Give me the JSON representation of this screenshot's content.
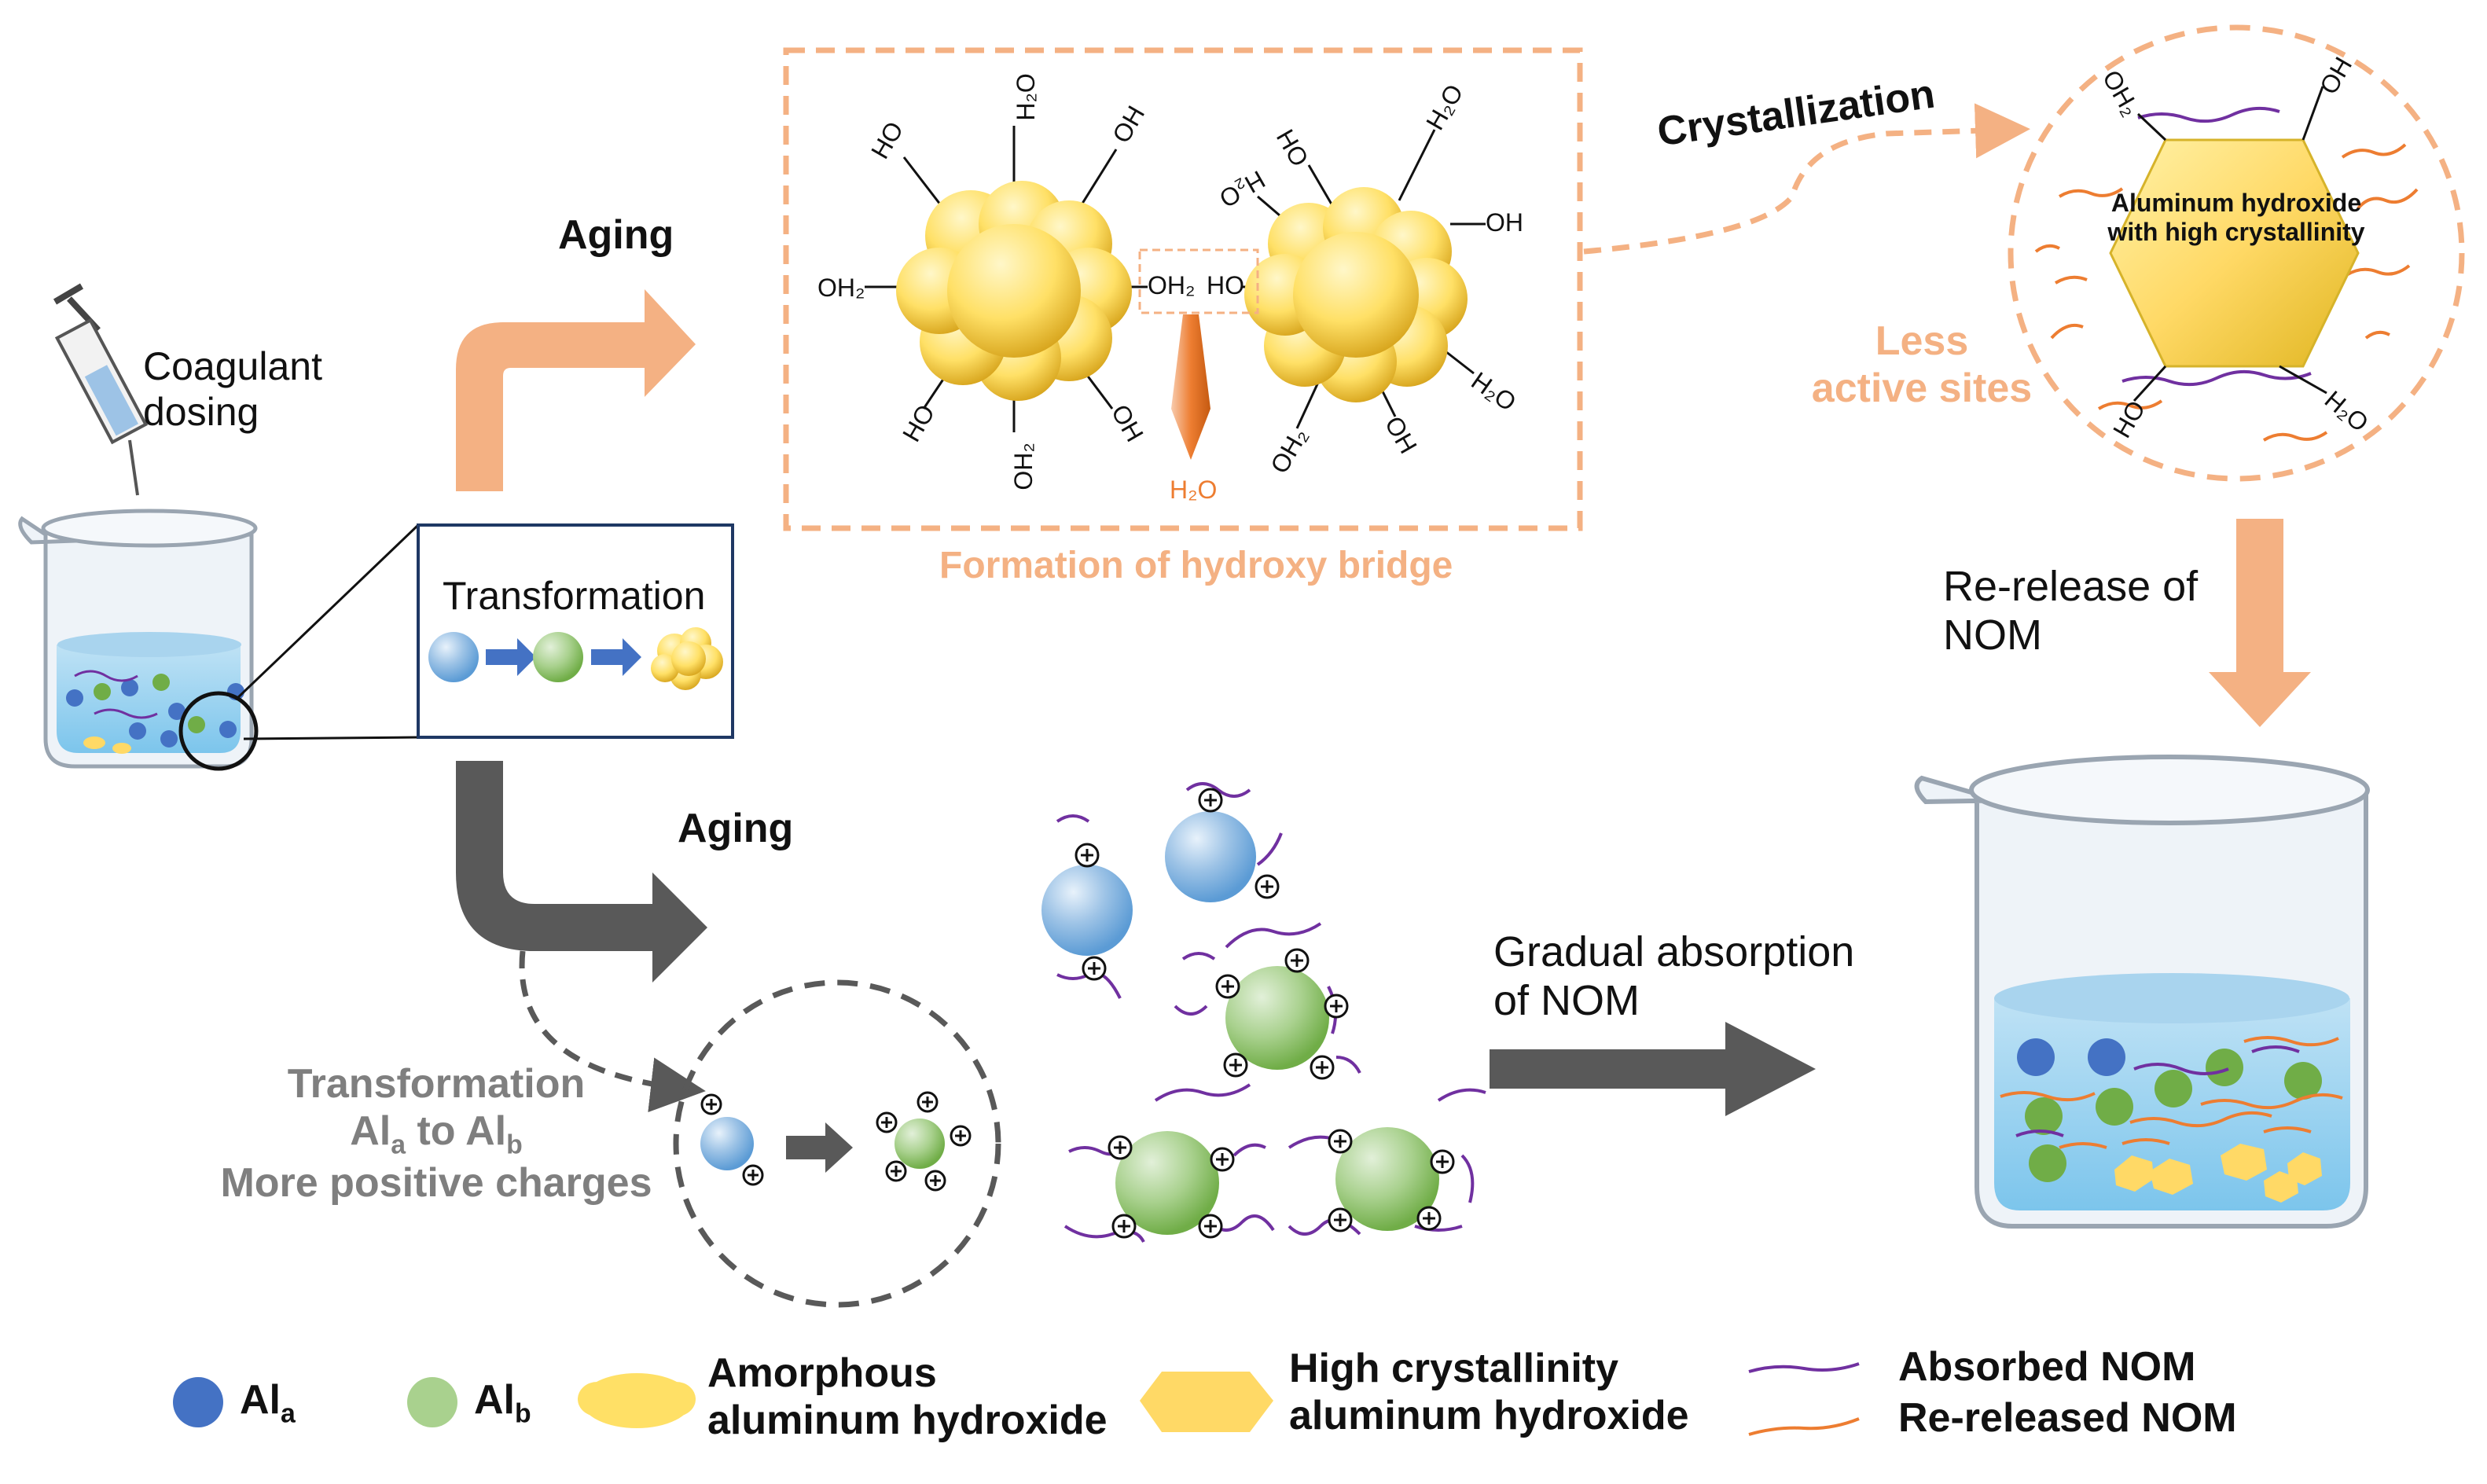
{
  "labels": {
    "coagulant_dosing": [
      "Coagulant",
      "dosing"
    ],
    "transformation_box": "Transformation",
    "aging_top": "Aging",
    "aging_bottom": "Aging",
    "crystallization": "Crystallization",
    "hydroxy_bridge_caption": "Formation of hydroxy bridge",
    "water_released": "H₂O",
    "crystal_label": [
      "Aluminum hydroxide",
      "with high crystallinity"
    ],
    "less_active_sites": [
      "Less",
      "active sites"
    ],
    "re_release": [
      "Re-release of",
      "NOM"
    ],
    "gradual_absorption": [
      "Gradual absorption",
      "of NOM"
    ],
    "transformation_grey": [
      "Transformation",
      "Al",
      "a",
      " to Al",
      "b",
      "More positive charges"
    ]
  },
  "chem_groups": {
    "left_particle": [
      "HO",
      "H₂O",
      "OH",
      "OH₂",
      "OH₂",
      "HO",
      "OH₂",
      "OH"
    ],
    "right_particle": [
      "HO",
      "H₂O",
      "OH",
      "HO",
      "H₂O",
      "H₂O",
      "OH₂",
      "OH"
    ],
    "crystal": [
      "OH₂",
      "OH",
      "HO",
      "H₂O"
    ]
  },
  "legend": {
    "al_a": {
      "label": "Al",
      "sub": "a"
    },
    "al_b": {
      "label": "Al",
      "sub": "b"
    },
    "amorphous": [
      "Amorphous",
      "aluminum hydroxide"
    ],
    "crystalline": [
      "High crystallinity",
      "aluminum hydroxide"
    ],
    "absorbed": "Absorbed NOM",
    "released": "Re-released NOM"
  },
  "colors": {
    "al_a": "#4472c4",
    "al_b": "#70ad47",
    "amorphous": "#ffd966",
    "crystal": "#ffd966",
    "absorbed_nom": "#7030a0",
    "released_nom": "#ed7d31",
    "peach_arrow": "#f4b183",
    "grey_arrow": "#595959"
  }
}
